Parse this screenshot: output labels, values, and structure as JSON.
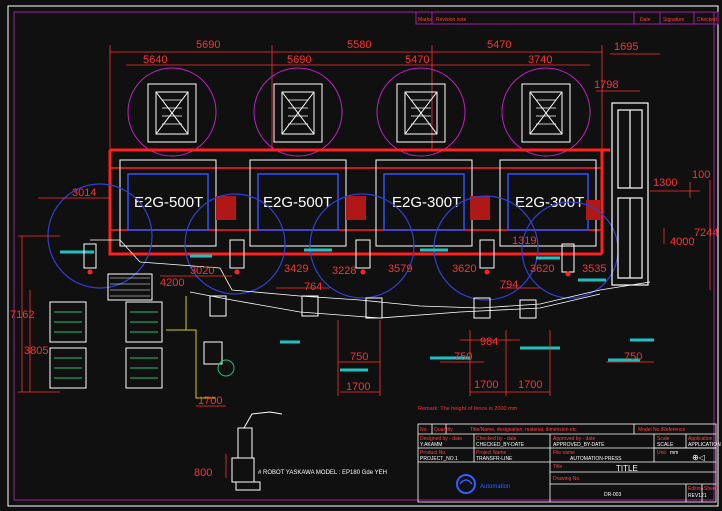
{
  "colors": {
    "background": "#101010",
    "fence": "#ff2020",
    "dimension": "#ff3030",
    "equipment": "#ffffff",
    "circle": "#c020c0",
    "reach": "#3040d0",
    "conveyor": "#20c0c0",
    "robot": "#ffffff"
  },
  "revision_header": {
    "marks": "Marks",
    "revision_note": "Revision note",
    "date": "Date",
    "signature": "Signature",
    "checked": "Checked"
  },
  "top_dimensions": [
    "5690",
    "5580",
    "5470"
  ],
  "top_dimension_extra": "1695",
  "press_dimensions": [
    "5640",
    "5690",
    "5470",
    "3740"
  ],
  "presses": [
    {
      "label": "E2G-500T"
    },
    {
      "label": "E2G-500T"
    },
    {
      "label": "E2G-300T"
    },
    {
      "label": "E2G-300T"
    }
  ],
  "right_dimensions": {
    "d1798": "1798",
    "d1300": "1300",
    "d100": "100",
    "d4000": "4000",
    "d7244": "7244"
  },
  "left_dimensions": {
    "d3014": "3014",
    "d7162": "7162",
    "d3805": "3805"
  },
  "middle_dimensions": [
    "4200",
    "3020",
    "3429",
    "3228",
    "3579",
    "3620",
    "3620",
    "3535",
    "1319",
    "764",
    "794",
    "984"
  ],
  "bottom_dimensions": [
    "750",
    "750",
    "750",
    "1700",
    "1700",
    "1700",
    "1700",
    "800"
  ],
  "remark": "Remark: The height of fence is 2000 mm",
  "robot_note": "# ROBOT YASKAWA MODEL : EP180 Gde YEH",
  "title_block": {
    "header": {
      "no": "No.",
      "quantity": "Quantity",
      "materials": "Title/Name, designation, material, dimension etc",
      "model": "Model No./Reference"
    },
    "designed_label": "Designed by - date",
    "designed_value": "Y.AKAMM",
    "checked_label": "Checked by - date",
    "checked_value": "CHECKED_BY-DATE",
    "approved_label": "Approved by - date",
    "approved_value": "APPROVED_BY-DATE",
    "scale_label": "Scale",
    "scale_value": "SCALE",
    "application_label": "Application",
    "application_value": "APPLICATION",
    "unit_label": "Unit",
    "unit_value": "mm",
    "product_label": "Product No.",
    "product_value": "PROJECT_NO.1",
    "project_label": "Project Name",
    "project_value": "TRANSFR-LINE",
    "file_label": "File name",
    "file_value": "AUTOMATION-PRESS",
    "title_label": "Title",
    "title_value": "TITLE",
    "drawing_label": "Drawing No.",
    "drawing_value": "DR-003",
    "edition_label": "Edition",
    "edition_value": "REV12",
    "sheet_label": "Sheet",
    "sheet_value": "1",
    "logo_text": "Automation"
  }
}
